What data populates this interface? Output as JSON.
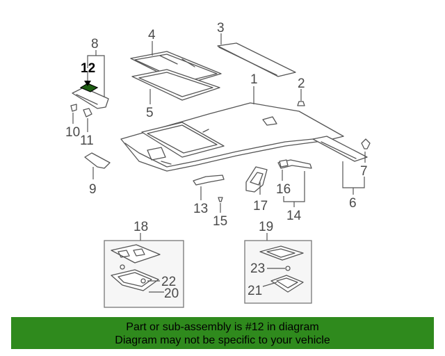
{
  "diagram": {
    "highlight_color": "#1d5e12",
    "callouts": [
      "1",
      "2",
      "3",
      "4",
      "5",
      "6",
      "7",
      "8",
      "9",
      "10",
      "11",
      "12",
      "13",
      "14",
      "15",
      "16",
      "17",
      "18",
      "19",
      "20",
      "21",
      "22",
      "23"
    ],
    "highlighted_callout": "12"
  },
  "banner": {
    "line1": "Part or sub-assembly is #12 in diagram",
    "line2": "Diagram may not be specific to your vehicle",
    "background": "#2f8a1d"
  }
}
